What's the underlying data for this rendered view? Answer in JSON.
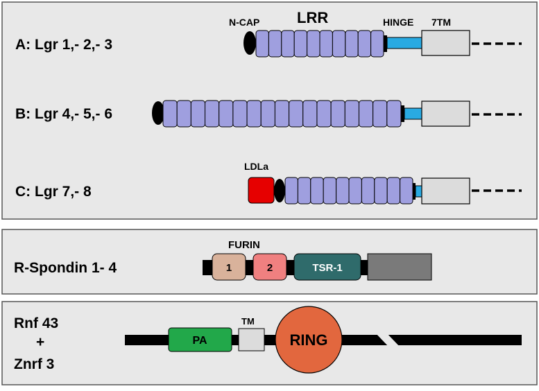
{
  "lgr": {
    "lrr_label": "LRR",
    "ncap_label": "N-CAP",
    "hinge_label": "HINGE",
    "tm7_label": "7TM",
    "ldla_label": "LDLa",
    "row_a": {
      "label": "A: Lgr 1,- 2,- 3"
    },
    "row_b": {
      "label": "B: Lgr 4,- 5,- 6"
    },
    "row_c": {
      "label": "C: Lgr 7,- 8"
    }
  },
  "rspondin": {
    "label": "R-Spondin 1- 4",
    "furin_label": "FURIN",
    "domain1": "1",
    "domain2": "2",
    "tsr": "TSR-1"
  },
  "rnf": {
    "line1": "Rnf 43",
    "line2": "+",
    "line3": "Znrf 3",
    "pa": "PA",
    "tm": "TM",
    "ring": "RING"
  },
  "colors": {
    "lrr": "#9f9fdf",
    "hinge": "#29aae2",
    "ldla": "#e60000",
    "furin1": "#d9b29b",
    "furin2": "#f08080",
    "tsr": "#2f6b6b",
    "tail": "#7a7a7a",
    "pa": "#22a84a",
    "ring": "#e2673e"
  }
}
